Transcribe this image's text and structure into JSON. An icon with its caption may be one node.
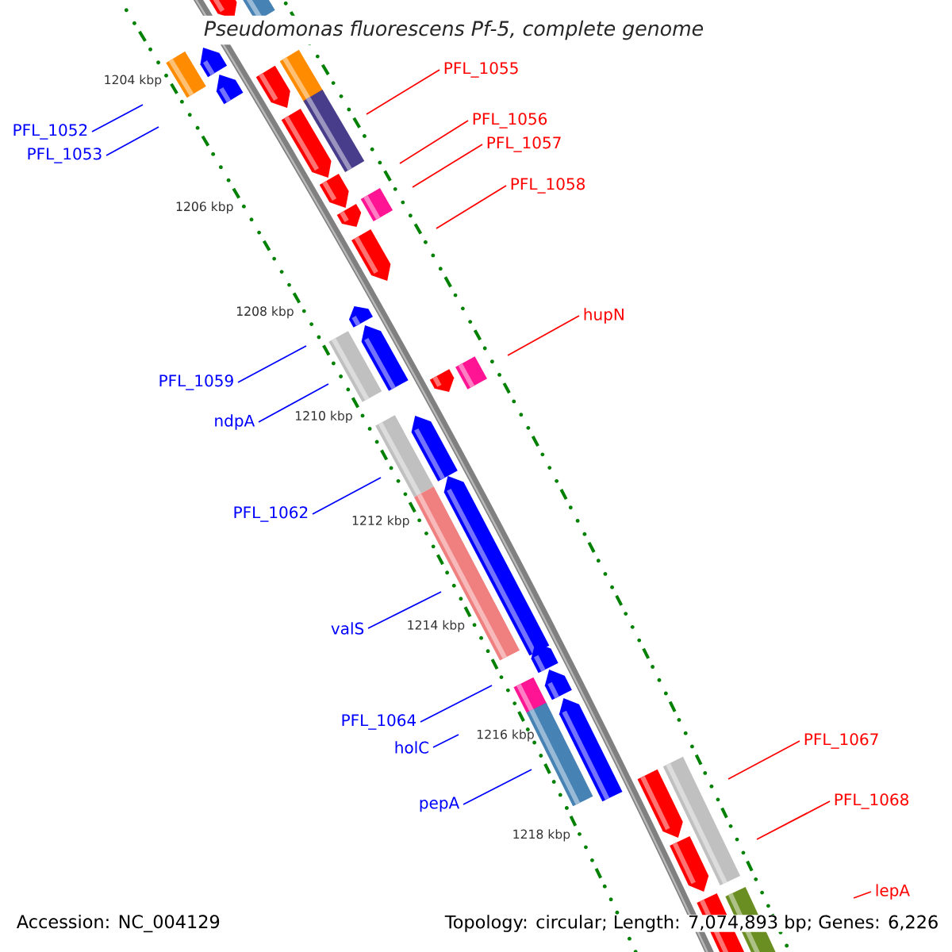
{
  "diagram": {
    "title": "Pseudomonas fluorescens Pf-5, complete genome",
    "nodes": [
      {
        "text": [
          "PFL_1055"
        ]
      },
      {
        "text": [
          "PFL_1056"
        ]
      },
      {
        "text": [
          "PFL_1052"
        ]
      },
      {
        "text": [
          "PFL_1057"
        ]
      },
      {
        "text": [
          "PFL_1053"
        ]
      },
      {
        "text": [
          "PFL_1058"
        ]
      },
      {
        "text": [
          "hupN"
        ]
      },
      {
        "text": [
          "PFL_1059"
        ]
      },
      {
        "text": [
          "ndpA"
        ]
      },
      {
        "text": [
          "PFL_1062"
        ]
      },
      {
        "text": [
          "valS"
        ]
      },
      {
        "text": [
          "PFL_1064"
        ]
      },
      {
        "text": [
          "PFL_1067"
        ]
      },
      {
        "text": [
          "holC"
        ]
      },
      {
        "text": [
          "PFL_1068"
        ]
      },
      {
        "text": [
          "pepA"
        ]
      },
      {
        "text": [
          "lepA"
        ]
      }
    ],
    "edges": [
      {
        "from": 0,
        "to": null,
        "arrow": "none",
        "color": "#ff0000"
      },
      {
        "from": 1,
        "to": null,
        "arrow": "none",
        "color": "#ff0000"
      },
      {
        "from": 2,
        "to": null,
        "arrow": "none"
      },
      {
        "from": 3,
        "to": null,
        "arrow": "none",
        "color": "#ff0000"
      },
      {
        "from": 4,
        "to": null,
        "arrow": "none"
      },
      {
        "from": 5,
        "to": null,
        "arrow": "none",
        "color": "#ff0000"
      },
      {
        "from": 6,
        "to": null,
        "arrow": "none",
        "color": "#ff0000"
      },
      {
        "from": 7,
        "to": null,
        "arrow": "none"
      },
      {
        "from": 8,
        "to": null,
        "arrow": "none"
      },
      {
        "from": 9,
        "to": null,
        "arrow": "none"
      },
      {
        "from": 10,
        "to": null,
        "arrow": "none"
      },
      {
        "from": 11,
        "to": null,
        "arrow": "none"
      },
      {
        "from": 12,
        "to": null,
        "arrow": "none",
        "color": "#ff0000"
      },
      {
        "from": 13,
        "to": null,
        "arrow": "none"
      },
      {
        "from": 14,
        "to": null,
        "arrow": "none",
        "color": "#ff0000"
      },
      {
        "from": 15,
        "to": null,
        "arrow": "none"
      },
      {
        "from": 16,
        "to": null,
        "arrow": "none",
        "color": "#ff0000"
      }
    ],
    "labels": [
      "1204 kbp",
      "1206 kbp",
      "1208 kbp",
      "1210 kbp",
      "1212 kbp",
      "1214 kbp",
      "1216 kbp",
      "1218 kbp",
      "Accession: NC_004129",
      "Topology: circular; Length: 7,074,893 bp; Genes: 6,226"
    ]
  }
}
